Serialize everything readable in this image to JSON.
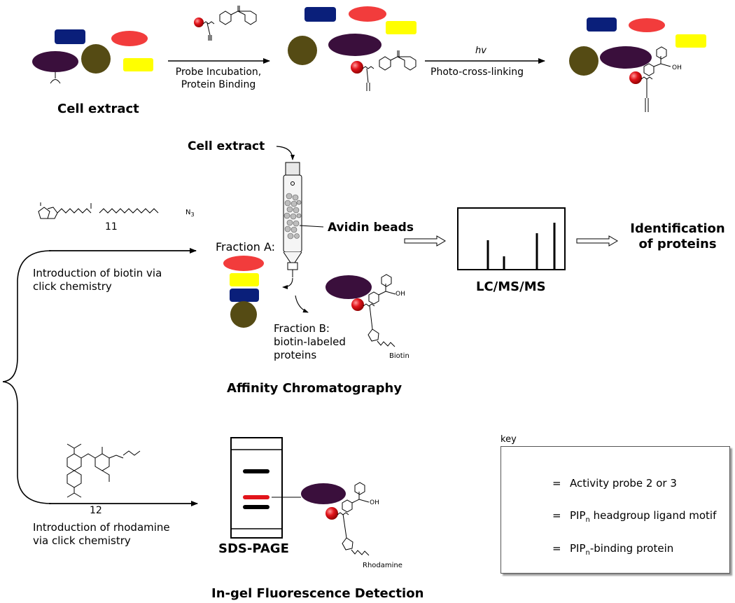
{
  "top_row": {
    "cell_extract": "Cell extract",
    "step1_line1": "Probe Incubation,",
    "step1_line2": "Protein Binding",
    "step2_hv": "hv",
    "step2_label": "Photo-cross-linking",
    "oh": "OH"
  },
  "middle": {
    "cell_extract": "Cell extract",
    "compound_11": "11",
    "n3": "N",
    "n3_sub": "3",
    "intro_biotin_line1": "Introduction of biotin via",
    "intro_biotin_line2": "click chemistry",
    "fraction_a": "Fraction A:",
    "avidin_beads": "Avidin beads",
    "fraction_b_line1": "Fraction B:",
    "fraction_b_line2": "biotin-labeled",
    "fraction_b_line3": "proteins",
    "biotin": "Biotin",
    "oh": "OH",
    "affinity": "Affinity Chromatography",
    "lcms": "LC/MS/MS",
    "identification_line1": "Identification",
    "identification_line2": "of proteins"
  },
  "bottom": {
    "compound_12": "12",
    "intro_rhodamine_line1": "Introduction of rhodamine",
    "intro_rhodamine_line2": "via click chemistry",
    "sds_page": "SDS-PAGE",
    "rhodamine": "Rhodamine",
    "in_gel": "In-gel Fluorescence Detection",
    "oh": "OH"
  },
  "key": {
    "title": "key",
    "eq1": "=",
    "item1": "Activity probe 2 or 3",
    "eq2": "=",
    "item2_pre": "PIP",
    "item2_sub": "n",
    "item2_post": " headgroup ligand motif",
    "eq3": "=",
    "item3_pre": "PIP",
    "item3_sub": "n",
    "item3_post": "-binding protein"
  },
  "colors": {
    "navy": "#0a1f7a",
    "red": "#f23c3c",
    "yellow": "#ffff00",
    "olive": "#554b14",
    "purple": "#3a0f3c",
    "probe_red": "#e2141b"
  }
}
